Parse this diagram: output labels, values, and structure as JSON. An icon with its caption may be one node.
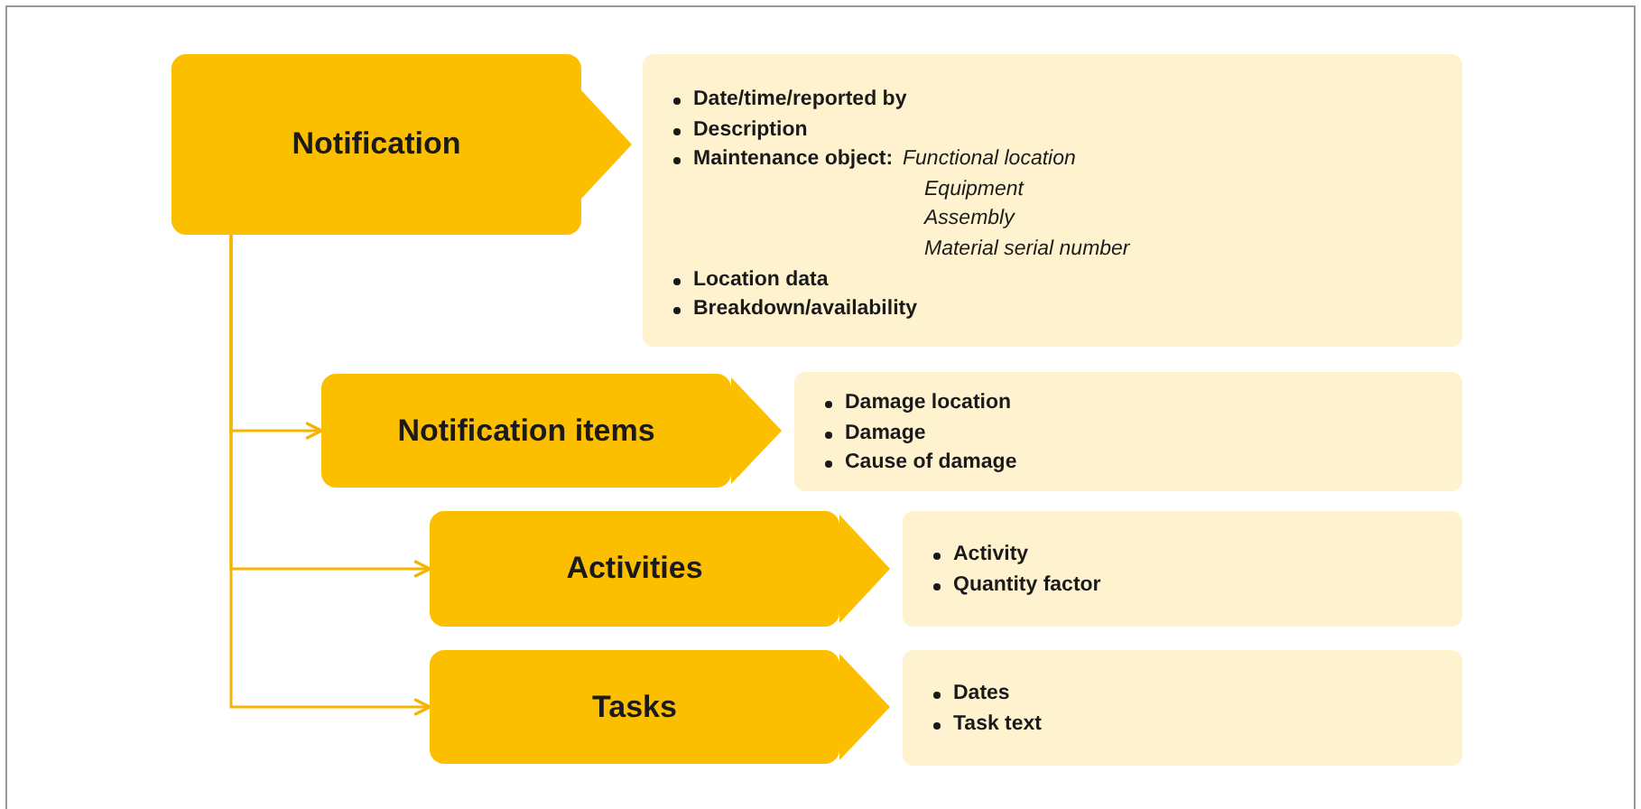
{
  "diagram": {
    "nodes": [
      {
        "text": [
          "Notification"
        ]
      },
      {
        "text": [
          "Date/time/reported by",
          "Description",
          "Maintenance object:",
          "Functional location",
          "Equipment",
          "Assembly",
          "Material serial number",
          "Location data",
          "Breakdown/availability"
        ]
      },
      {
        "text": [
          "Notification items"
        ]
      },
      {
        "text": [
          "Damage location",
          "Damage",
          "Cause of damage"
        ]
      },
      {
        "text": [
          "Activities"
        ]
      },
      {
        "text": [
          "Activity",
          "Quantity factor"
        ]
      },
      {
        "text": [
          "Tasks"
        ]
      },
      {
        "text": [
          "Dates",
          "Task text"
        ]
      }
    ],
    "edges": [
      {
        "from": 0,
        "to": 1,
        "arrow": "to"
      },
      {
        "from": 0,
        "to": 2,
        "arrow": "to"
      },
      {
        "from": 2,
        "to": 3,
        "arrow": "to"
      },
      {
        "from": 0,
        "to": 4,
        "arrow": "to"
      },
      {
        "from": 4,
        "to": 5,
        "arrow": "to"
      },
      {
        "from": 0,
        "to": 6,
        "arrow": "to"
      },
      {
        "from": 6,
        "to": 7,
        "arrow": "to"
      }
    ]
  }
}
